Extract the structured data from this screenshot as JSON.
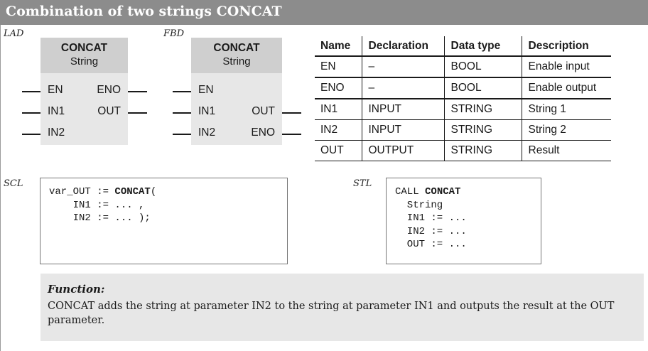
{
  "title": "Combination of two strings CONCAT",
  "labels": {
    "lad": "LAD",
    "fbd": "FBD",
    "scl": "SCL",
    "stl": "STL"
  },
  "lad_block": {
    "name": "CONCAT",
    "type": "String",
    "pins": {
      "en": "EN",
      "eno": "ENO",
      "in1": "IN1",
      "out": "OUT",
      "in2": "IN2"
    }
  },
  "fbd_block": {
    "name": "CONCAT",
    "type": "String",
    "pins": {
      "en": "EN",
      "in1": "IN1",
      "out": "OUT",
      "in2": "IN2",
      "eno": "ENO"
    }
  },
  "table": {
    "headers": [
      "Name",
      "Declaration",
      "Data type",
      "Description"
    ],
    "rows": [
      [
        "EN",
        "–",
        "BOOL",
        "Enable input"
      ],
      [
        "ENO",
        "–",
        "BOOL",
        "Enable output"
      ],
      [
        "IN1",
        "INPUT",
        "STRING",
        "String 1"
      ],
      [
        "IN2",
        "INPUT",
        "STRING",
        "String 2"
      ],
      [
        "OUT",
        "OUTPUT",
        "STRING",
        "Result"
      ]
    ]
  },
  "scl_code": {
    "l1a": "var_OUT := ",
    "l1b": "CONCAT",
    "l1c": "(",
    "l2": "    IN1 := ... ,",
    "l3": "    IN2 := ... );"
  },
  "stl_code": {
    "l1a": "CALL ",
    "l1b": "CONCAT",
    "l2": "  String",
    "l3": "  IN1 := ...",
    "l4": "  IN2 := ...",
    "l5": "  OUT := ..."
  },
  "function": {
    "heading": "Function:",
    "body": "CONCAT adds the string at parameter IN2 to the string at parameter IN1 and outputs the result at the OUT parameter."
  }
}
